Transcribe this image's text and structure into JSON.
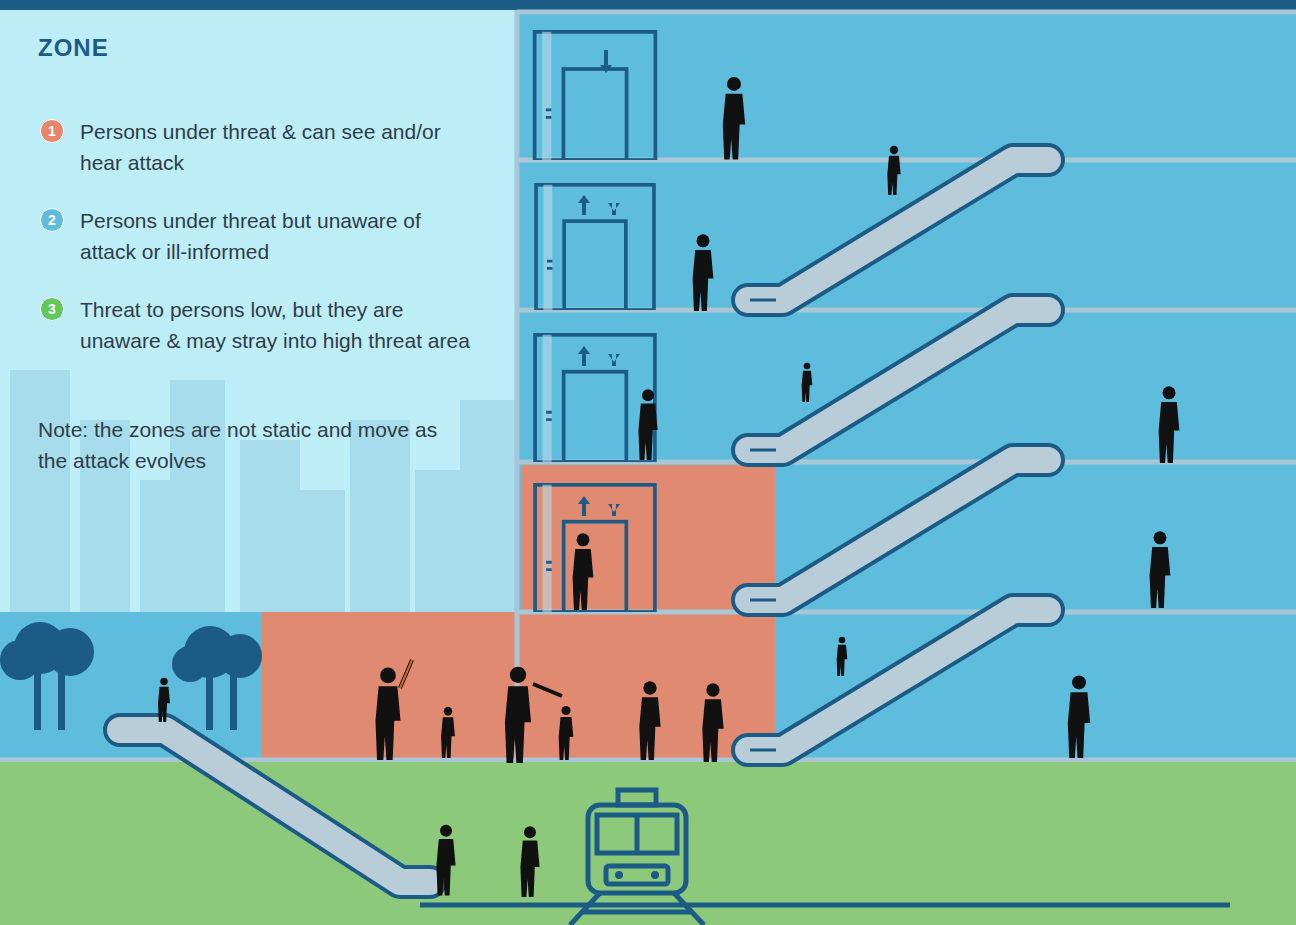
{
  "diagram": {
    "title": "ZONE",
    "labels": [
      "1",
      "2",
      "3",
      "Note: the zones are not static and move as the attack evolves"
    ],
    "legend": [
      {
        "text": "Persons under threat & can see and/or hear attack",
        "color": "#e8866c"
      },
      {
        "text": "Persons under threat but unaware of attack or ill-informed",
        "color": "#5ebcdc"
      },
      {
        "text": "Threat to persons low, but they are unaware & may stray into high threat area",
        "color": "#62c85a"
      }
    ]
  }
}
